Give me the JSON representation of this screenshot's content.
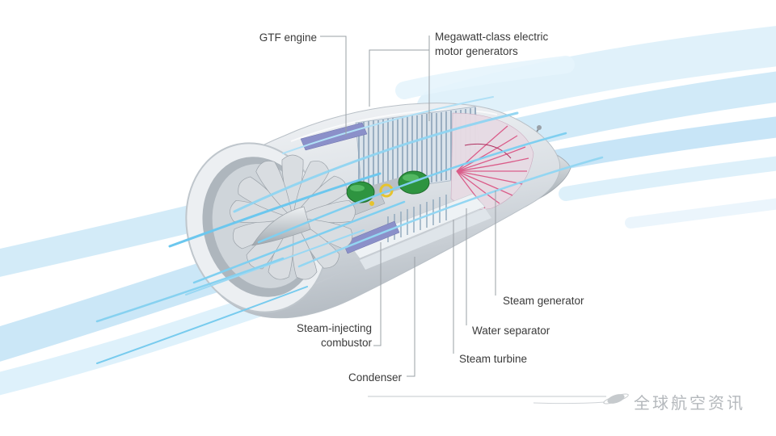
{
  "diagram": {
    "subject": "GTF water-enhanced turbofan engine cutaway",
    "labels": {
      "gtf_engine": "GTF engine",
      "motor_generators": "Megawatt-class electric motor generators",
      "steam_generator": "Steam generator",
      "water_separator": "Water separator",
      "steam_turbine": "Steam turbine",
      "steam_injecting_combustor": "Steam-injecting combustor",
      "condenser": "Condenser"
    }
  },
  "watermark": {
    "text": "全球航空资讯"
  },
  "colors": {
    "label_text": "#3a3a3a",
    "leader_line": "#9aa0a6",
    "airflow_light_blue": "#cfe9f8",
    "airflow_cyan": "#7fcff0",
    "metal_light": "#eceff2",
    "metal_mid": "#c3c9cf",
    "accent_purple": "#8b90c9",
    "accent_green": "#2e9440",
    "accent_magenta": "#d94f80",
    "accent_yellow": "#e6c32e",
    "watermark_gray": "#b4b8bc"
  },
  "icons": {
    "watermark_swoosh": "comet-swoosh-icon"
  }
}
